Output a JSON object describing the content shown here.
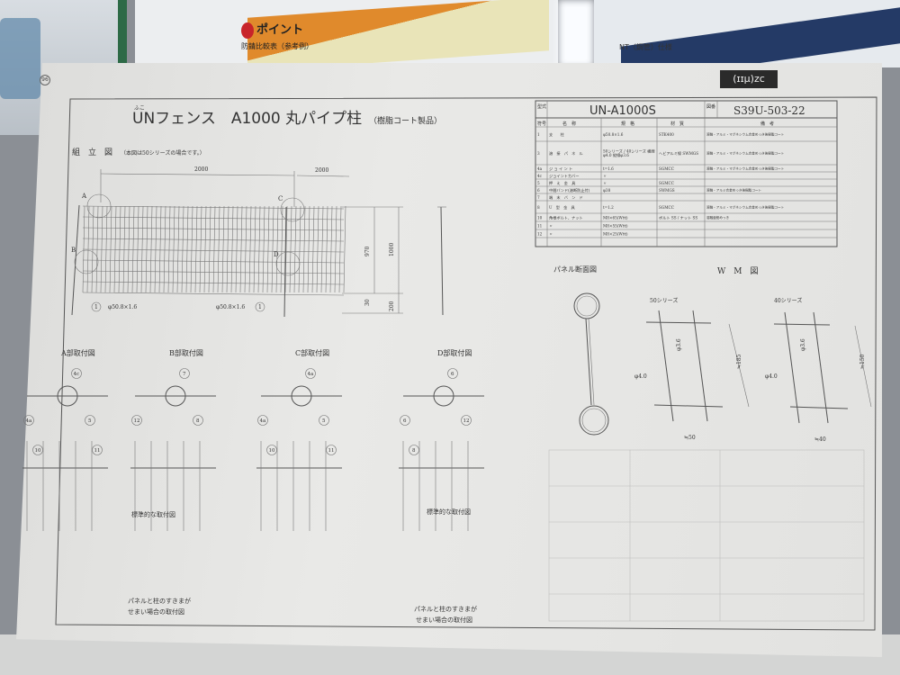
{
  "background": {
    "poster_heading": "ポイント",
    "poster_subheading": "防錆比較表（参考例）",
    "spec_label": "NT（鋼管）仕様"
  },
  "logo": "(ɪɪμ)zc",
  "page_number": "96",
  "title": {
    "main": "UNフェンス　A1000 丸パイプ柱",
    "ruby": "ふこ",
    "sub": "（樹脂コート製品）"
  },
  "assembly": {
    "label": "組　立　図",
    "note": "（本図は50シリーズの場合です。）",
    "dim_span_1": "2000",
    "dim_span_2": "2000",
    "dim_panel_height": "970",
    "dim_total_height": "1000",
    "dim_gap": "30",
    "dim_embed": "200",
    "marker_a": "A",
    "marker_b": "B",
    "marker_c": "C",
    "marker_d": "D",
    "post_label_left": "φ50.8×1.6",
    "post_label_right": "φ50.8×1.6",
    "post_ref": "1"
  },
  "spec_table": {
    "model_label": "型式",
    "model": "UN-A1000S",
    "drawing_label": "図番",
    "drawing_no": "S39U-503-22",
    "headers": [
      "符号",
      "名　称",
      "規　格",
      "材　質",
      "備　考"
    ],
    "rows": [
      {
        "no": "1",
        "name": "支　　柱",
        "spec": "φ50.8×1.6",
        "material": "STK400",
        "note": "溶融・アルミ・マグネシウム合金めっき後樹脂コート"
      },
      {
        "no": "3",
        "name": "溶　接　パ　ネ　ル",
        "spec": "50シリーズ / 40シリーズ 横線φ4.0 縦線φ3.6",
        "material": "ヘビアルミ線 SWMGS",
        "note": "溶融・アルミ・マグネシウム合金めっき後樹脂コート"
      },
      {
        "no": "4a",
        "name": "ジ ョ イ ン ト",
        "spec": "t=1.6",
        "material": "SGMCC",
        "note": "溶融・アルミ・マグネシウム合金めっき後樹脂コート"
      },
      {
        "no": "4c",
        "name": "ジョイントカバー",
        "spec": "〃",
        "material": "",
        "note": ""
      },
      {
        "no": "5",
        "name": "押　え　金　具",
        "spec": "〃",
        "material": "SGMCC",
        "note": ""
      },
      {
        "no": "6",
        "name": "中間バンド(溶断防止付)",
        "spec": "φ38",
        "material": "SWMGS",
        "note": "溶融・アルミ合金めっき後樹脂コート"
      },
      {
        "no": "7",
        "name": "端　末　バ　ン　ド",
        "spec": "",
        "material": "",
        "note": ""
      },
      {
        "no": "8",
        "name": "U　型　金　具",
        "spec": "t=1.2",
        "material": "SGMCC",
        "note": "溶融・アルミ・マグネシウム合金めっき後樹脂コート"
      },
      {
        "no": "10",
        "name": "角根ボルト、ナット",
        "spec": "M8×65(W付)",
        "material": "ボルト SS / ナット SS",
        "note": "溶融亜鉛めっき"
      },
      {
        "no": "11",
        "name": "〃",
        "spec": "M8×55(W付)",
        "material": "",
        "note": ""
      },
      {
        "no": "12",
        "name": "〃",
        "spec": "M8×25(W付)",
        "material": "",
        "note": ""
      }
    ]
  },
  "panel_section": {
    "label": "パネル断面図"
  },
  "wm": {
    "label": "W　M　図",
    "series_50": {
      "label": "50シリーズ",
      "h_dim": "φ3.6",
      "v_dim": "≒185",
      "wire": "φ4.0",
      "pitch": "≒50"
    },
    "series_40": {
      "label": "40シリーズ",
      "h_dim": "φ3.6",
      "v_dim": "≒150",
      "wire": "φ4.0",
      "pitch": "≒40"
    }
  },
  "details": [
    {
      "label": "A部取付図",
      "refs": [
        "4c",
        "4a",
        "5",
        "10",
        "11"
      ]
    },
    {
      "label": "B部取付図",
      "refs": [
        "7",
        "12",
        "8"
      ]
    },
    {
      "label": "C部取付図",
      "refs": [
        "4a",
        "4a",
        "5",
        "10",
        "11"
      ]
    },
    {
      "label": "D部取付図",
      "refs": [
        "6",
        "6",
        "12",
        "8"
      ]
    }
  ],
  "captions": {
    "standard_left": "標準的な取付図",
    "standard_right": "標準的な取付図",
    "narrow_left_1": "パネルと柱のすきまが",
    "narrow_left_2": "せまい場合の取付図",
    "narrow_right_1": "パネルと柱のすきまが",
    "narrow_right_2": "せまい場合の取付図"
  }
}
